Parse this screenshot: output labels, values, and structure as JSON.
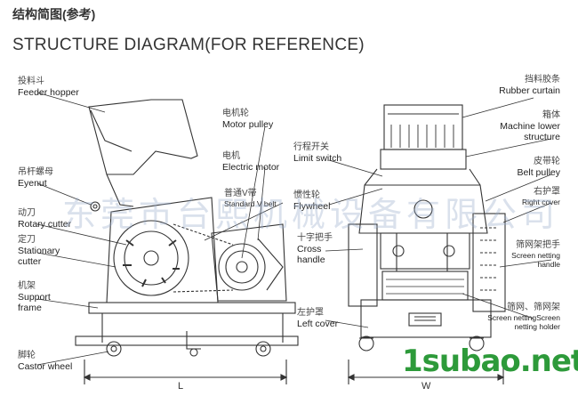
{
  "header": {
    "title_cn": "结构简图(参考)",
    "title_en": "STRUCTURE DIAGRAM(FOR REFERENCE)"
  },
  "left_view": {
    "feeder_hopper": {
      "cn": "投料斗",
      "en": "Feeder hopper"
    },
    "eyenut": {
      "cn": "吊杆螺母",
      "en": "Eyenut"
    },
    "rotary_cutter": {
      "cn": "动刀",
      "en": "Rotary cutter"
    },
    "stationary_cutter": {
      "cn": "定刀",
      "en": "Stationary cutter"
    },
    "support_frame": {
      "cn": "机架",
      "en": "Support frame"
    },
    "castor_wheel": {
      "cn": "脚轮",
      "en": "Castor wheel"
    },
    "motor_pulley": {
      "cn": "电机轮",
      "en": "Motor pulley"
    },
    "electric_motor": {
      "cn": "电机",
      "en": "Electric motor"
    },
    "v_belt": {
      "cn": "普通V带",
      "en": "Standard V belt"
    },
    "dim_l": "L"
  },
  "right_view": {
    "limit_switch": {
      "cn": "行程开关",
      "en": "Limit switch"
    },
    "flywheel": {
      "cn": "惯性轮",
      "en": "Flywheel"
    },
    "cross_handle": {
      "cn": "十字把手",
      "en": "Cross handle"
    },
    "left_cover": {
      "cn": "左护罩",
      "en": "Left cover"
    },
    "rubber_curtain": {
      "cn": "挡料胶条",
      "en": "Rubber curtain"
    },
    "machine_lower_structure": {
      "cn": "箱体",
      "en": "Machine lower structure"
    },
    "belt_pulley": {
      "cn": "皮带轮",
      "en": "Belt pulley"
    },
    "right_cover": {
      "cn": "右护罩",
      "en": "Right cover"
    },
    "screen_netting_handle": {
      "cn": "筛网架把手",
      "en": "Screen netting handle"
    },
    "screen_netting_holder": {
      "cn": "筛网、筛网架",
      "en": "Screen nettingScreen netting holder"
    },
    "dim_w": "W"
  },
  "watermark": "东莞市台熙机械设备有限公司",
  "brand": "1subao.net"
}
